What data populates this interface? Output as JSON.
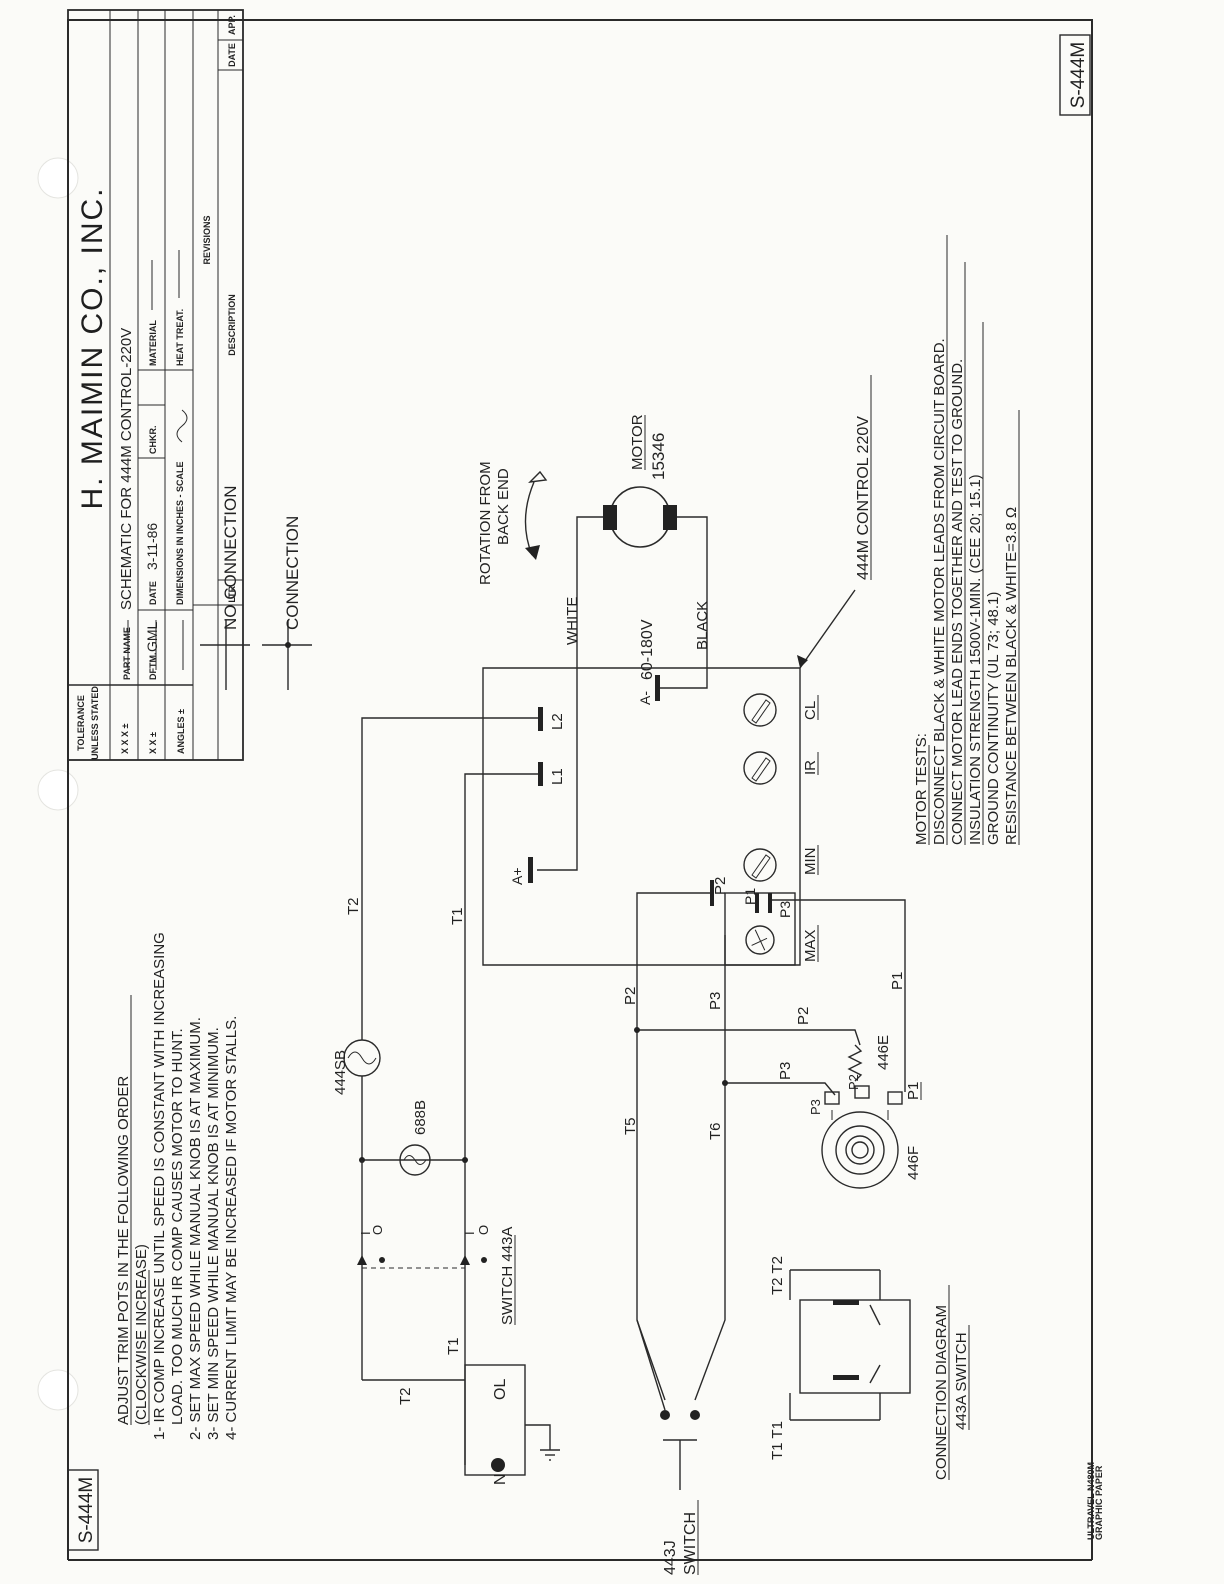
{
  "title_block": {
    "company": "H. MAIMIN CO., INC.",
    "part_name_label": "PART NAME",
    "part_name": "SCHEMATIC FOR 444M CONTROL-220V",
    "tolerance_label": "TOLERANCE",
    "unless_stated": "UNLESS STATED",
    "xxx": "X X X ±",
    "xx": "X X ±",
    "angles": "ANGLES ±",
    "dftm_label": "DFTM.",
    "dftm": "GML",
    "date_label": "DATE",
    "date": "3-11-86",
    "chkr_label": "CHKR.",
    "material_label": "MATERIAL",
    "dimensions_label": "DIMENSIONS IN INCHES - SCALE",
    "heat_treat_label": "HEAT TREAT.",
    "revisions_label": "REVISIONS",
    "ltr_label": "LTR.",
    "description_label": "DESCRIPTION",
    "rev_date_label": "DATE",
    "app_label": "APP."
  },
  "drawing_number": "S-444M",
  "legend": {
    "no_connection": "NO CONNECTION",
    "connection": "CONNECTION"
  },
  "instructions": {
    "heading": "ADJUST TRIM POTS IN THE FOLLOWING ORDER",
    "sub": "(CLOCKWISE INCREASE)",
    "lines": [
      "1- IR COMP INCREASE UNTIL SPEED IS CONSTANT WITH INCREASING",
      "LOAD. TOO MUCH IR COMP CAUSES MOTOR TO HUNT.",
      "2- SET MAX SPEED WHILE MANUAL KNOB IS AT MAXIMUM.",
      "3- SET MIN SPEED WHILE MANUAL KNOB IS AT MINIMUM.",
      "4- CURRENT LIMIT MAY BE INCREASED IF MOTOR STALLS."
    ]
  },
  "motor_tests": {
    "heading": "MOTOR TESTS:",
    "lines": [
      "DISCONNECT BLACK & WHITE MOTOR LEADS FROM CIRCUIT BOARD.",
      "CONNECT MOTOR LEAD ENDS TOGETHER AND TEST TO GROUND.",
      "INSULATION STRENGTH 1500V-1MIN. (CEE 20; 15.1)",
      "GROUND CONTINUITY (UL 73; 48.1)",
      "RESISTANCE BETWEEN BLACK & WHITE=3.8 Ω"
    ]
  },
  "labels": {
    "rotation": "ROTATION FROM",
    "back_end": "BACK END",
    "motor": "MOTOR",
    "motor_no": "15346",
    "voltage": "60-180V",
    "white": "WHITE",
    "black": "BLACK",
    "control": "444M CONTROL 220V",
    "a_plus": "A+",
    "a_minus": "A-",
    "l1": "L1",
    "l2": "L2",
    "p1": "P1",
    "p2": "P2",
    "p3": "P3",
    "max": "MAX",
    "min": "MIN",
    "ir": "IR",
    "cl": "CL",
    "t1": "T1",
    "t2": "T2",
    "t5": "T5",
    "t6": "T6",
    "c444sb": "444SB",
    "c688b": "688B",
    "c446e": "446E",
    "c446f": "446F",
    "switch443a": "SWITCH 443A",
    "i_mark": "I",
    "o_mark": "O",
    "n_mark": "N",
    "ol_mark": "OL",
    "sw443j_a": "443J",
    "sw443j_b": "SWITCH",
    "conn_diag_a": "CONNECTION DIAGRAM",
    "conn_diag_b": "443A SWITCH",
    "t1t1": "T1 T1",
    "t2t2": "T2 T2"
  },
  "imprint": {
    "a": "ULTRAVEL N480M",
    "b": "GRAPHIC PAPER"
  }
}
